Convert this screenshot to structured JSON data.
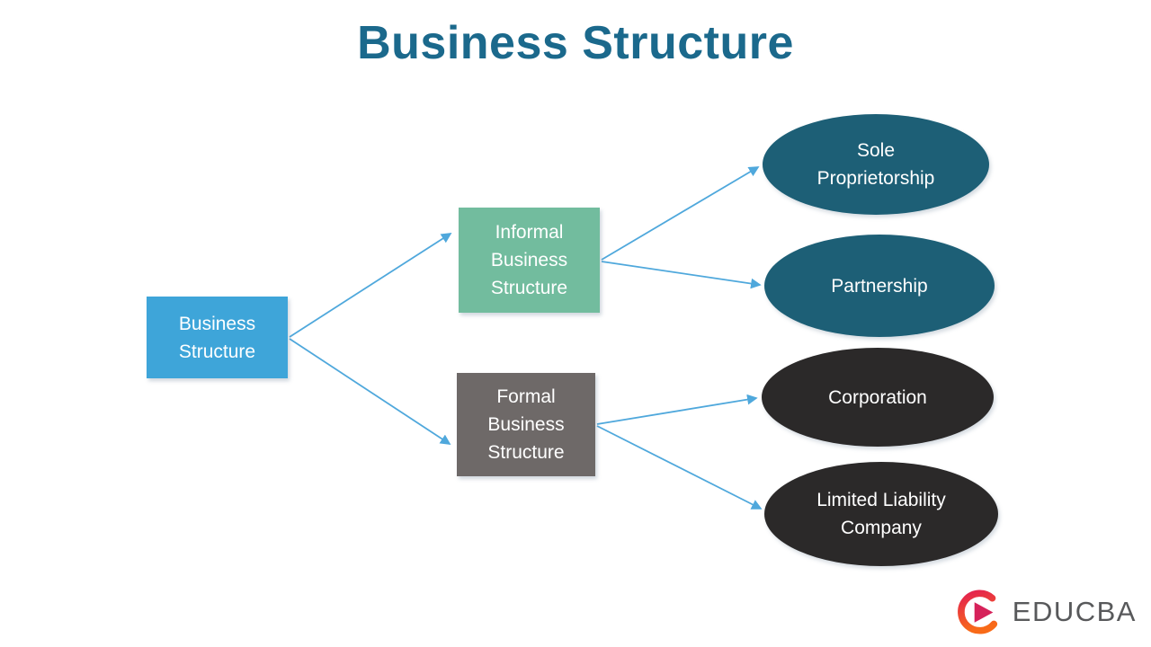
{
  "title": "Business Structure",
  "colors": {
    "title_text": "#1b698c",
    "root_box": "#3ea5d9",
    "informal_box": "#72bc9e",
    "formal_box": "#6e6968",
    "informal_ellipse": "#1d5f76",
    "formal_ellipse": "#2b2929",
    "node_text": "#ffffff",
    "arrow": "#4fa8dc",
    "logo_text": "#58595b",
    "logo_gradient_top": "#e4234e",
    "logo_gradient_bottom": "#f86a18"
  },
  "diagram": {
    "root": {
      "label": "Business Structure"
    },
    "branches": [
      {
        "label": "Informal Business Structure",
        "children": [
          {
            "label": "Sole Proprietorship"
          },
          {
            "label": "Partnership"
          }
        ]
      },
      {
        "label": "Formal Business Structure",
        "children": [
          {
            "label": "Corporation"
          },
          {
            "label": "Limited Liability Company"
          }
        ]
      }
    ]
  },
  "logo": {
    "text": "EDUCBA"
  }
}
